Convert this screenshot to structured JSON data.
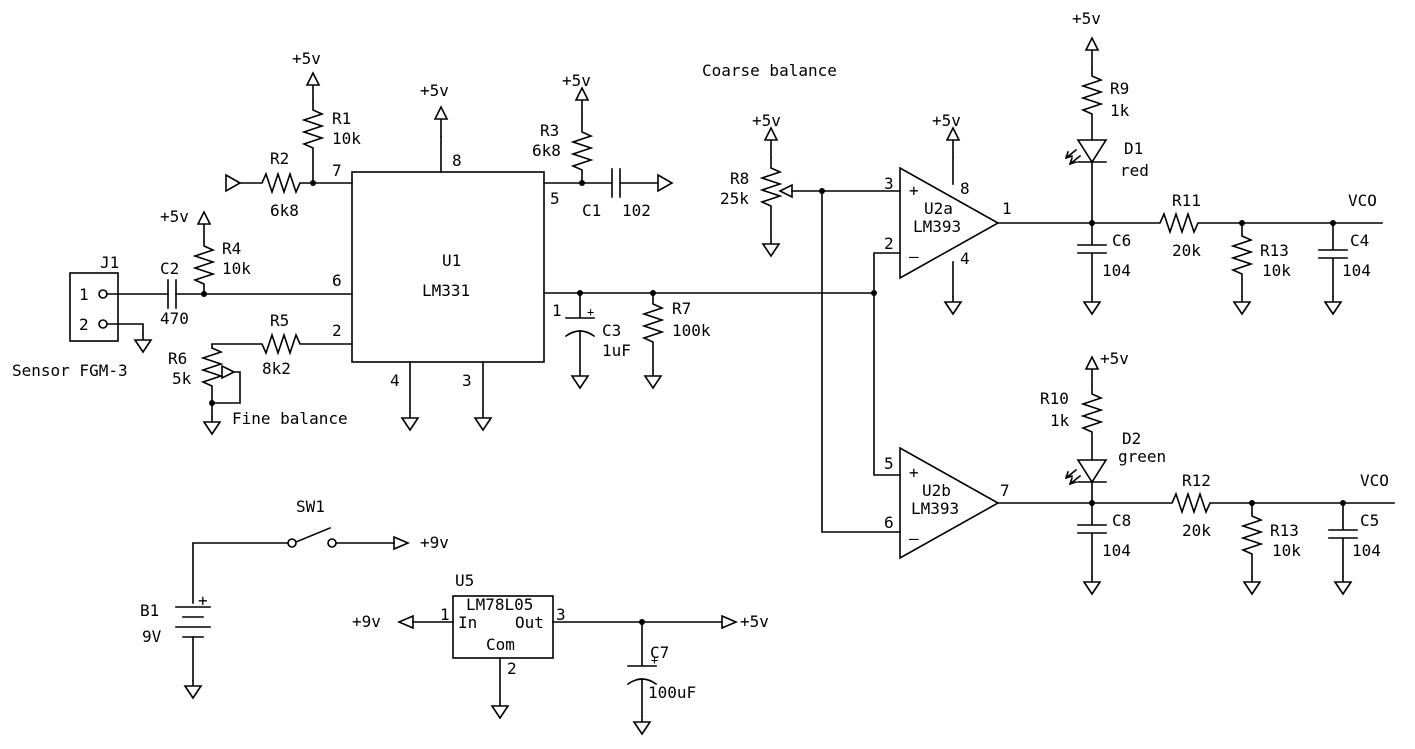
{
  "colors": {
    "ink": "#000000",
    "paper": "#ffffff"
  },
  "labels": {
    "title_coarse": "Coarse balance",
    "title_fine": "Fine balance",
    "sensor": "Sensor FGM-3",
    "vcc": "+5v",
    "vbat": "+9v",
    "vco": "VCO",
    "plus": "+",
    "minus": "–"
  },
  "components": {
    "j1": {
      "ref": "J1",
      "pin1": "1",
      "pin2": "2"
    },
    "c2": {
      "ref": "C2",
      "value": "470"
    },
    "r4": {
      "ref": "R4",
      "value": "10k"
    },
    "r1": {
      "ref": "R1",
      "value": "10k"
    },
    "r2": {
      "ref": "R2",
      "value": "6k8"
    },
    "r5": {
      "ref": "R5",
      "value": "8k2"
    },
    "r6": {
      "ref": "R6",
      "value": "5k"
    },
    "u1": {
      "ref": "U1",
      "part": "LM331",
      "pins": {
        "p7": "7",
        "p8": "8",
        "p5": "5",
        "p6": "6",
        "p2": "2",
        "p1": "1",
        "p4": "4",
        "p3": "3"
      }
    },
    "r3": {
      "ref": "R3",
      "value": "6k8"
    },
    "c1": {
      "ref": "C1",
      "value": "102"
    },
    "c3": {
      "ref": "C3",
      "value": "1uF"
    },
    "r7": {
      "ref": "R7",
      "value": "100k"
    },
    "r8": {
      "ref": "R8",
      "value": "25k"
    },
    "u2a": {
      "ref": "U2a",
      "part": "LM393",
      "pins": {
        "p3": "3",
        "p2": "2",
        "p8": "8",
        "p4": "4",
        "p1": "1"
      }
    },
    "u2b": {
      "ref": "U2b",
      "part": "LM393",
      "pins": {
        "p5": "5",
        "p6": "6",
        "p7": "7"
      }
    },
    "r9": {
      "ref": "R9",
      "value": "1k"
    },
    "d1": {
      "ref": "D1",
      "value": "red"
    },
    "r10": {
      "ref": "R10",
      "value": "1k"
    },
    "d2": {
      "ref": "D2",
      "value": "green"
    },
    "c6": {
      "ref": "C6",
      "value": "104"
    },
    "c8": {
      "ref": "C8",
      "value": "104"
    },
    "r11": {
      "ref": "R11",
      "value": "20k"
    },
    "r12": {
      "ref": "R12",
      "value": "20k"
    },
    "r13a": {
      "ref": "R13",
      "value": "10k"
    },
    "r13b": {
      "ref": "R13",
      "value": "10k"
    },
    "c4": {
      "ref": "C4",
      "value": "104"
    },
    "c5": {
      "ref": "C5",
      "value": "104"
    },
    "sw1": {
      "ref": "SW1"
    },
    "b1": {
      "ref": "B1",
      "value": "9V",
      "polarity": "+"
    },
    "u5": {
      "ref": "U5",
      "part": "LM78L05",
      "in": "In",
      "out": "Out",
      "com": "Com",
      "pin1": "1",
      "pin2": "2",
      "pin3": "3"
    },
    "c7": {
      "ref": "C7",
      "value": "100uF",
      "polarity": "+"
    }
  }
}
